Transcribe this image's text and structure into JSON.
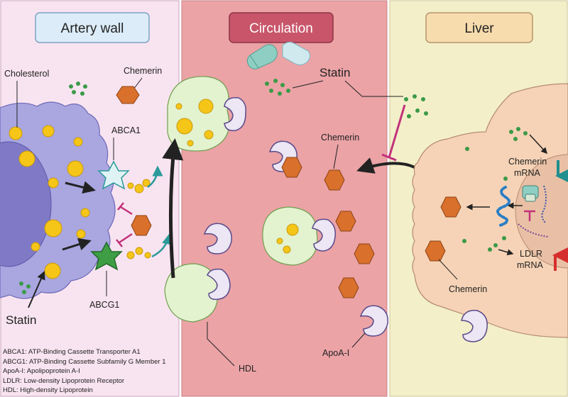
{
  "panels": {
    "artery_wall": {
      "title": "Artery wall",
      "color": "#f8e4f0",
      "header_color": "#dcecf8"
    },
    "circulation": {
      "title": "Circulation",
      "color": "#eba3a6",
      "header_color": "#c8556a"
    },
    "liver": {
      "title": "Liver",
      "color": "#f3efc9",
      "header_color": "#f7dcae"
    }
  },
  "labels": {
    "cholesterol": "Cholesterol",
    "chemerin_artery": "Chemerin",
    "abca1": "ABCA1",
    "abcg1": "ABCG1",
    "statin_artery": "Statin",
    "statin_circulation": "Statin",
    "chemerin_circulation": "Chemerin",
    "hdl": "HDL",
    "apoa1": "ApoA-I",
    "chemerin_mrna": "Chemerin\nmRNA",
    "ldlr_mrna": "LDLR\nmRNA",
    "chemerin_liver": "Chemerin"
  },
  "legend": [
    "ABCA1: ATP-Binding Cassette Transporter A1",
    "ABCG1: ATP-Binding Cassette Subfamily G Member 1",
    "ApoA-I: Apolipoprotein A-I",
    "LDLR: Low-density Lipoprotein Receptor",
    "HDL: High-density Lipoprotein"
  ],
  "colors": {
    "macrophage": "#a9a6e0",
    "nucleus": "#7f79c6",
    "cholesterol": "#f5c518",
    "statin_dot": "#3a9a48",
    "chemerin": "#d9702b",
    "hdl": "#e3f2cf",
    "apoa1": "#ece6f5",
    "inhibit": "#c2317a",
    "teal_arrow": "#2a9a9a",
    "hepatocyte": "#f6d3b6",
    "down_arrow": "#1f8f8f",
    "up_arrow": "#d62e2e"
  }
}
